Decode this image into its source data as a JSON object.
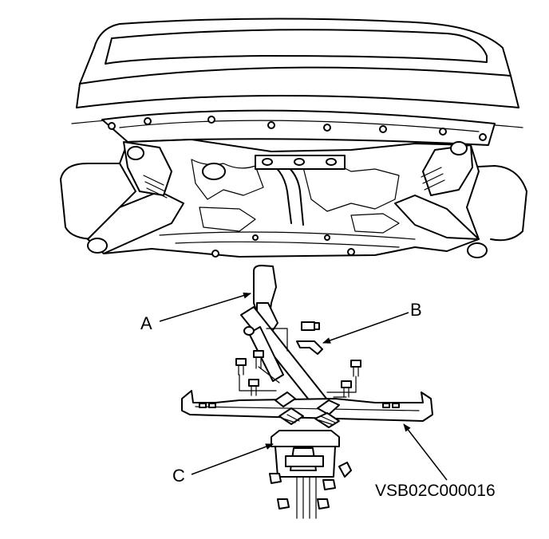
{
  "figure": {
    "callouts": [
      {
        "id": "A",
        "label": "A"
      },
      {
        "id": "B",
        "label": "B"
      },
      {
        "id": "C",
        "label": "C"
      }
    ],
    "figure_code": "VSB02C000016"
  }
}
